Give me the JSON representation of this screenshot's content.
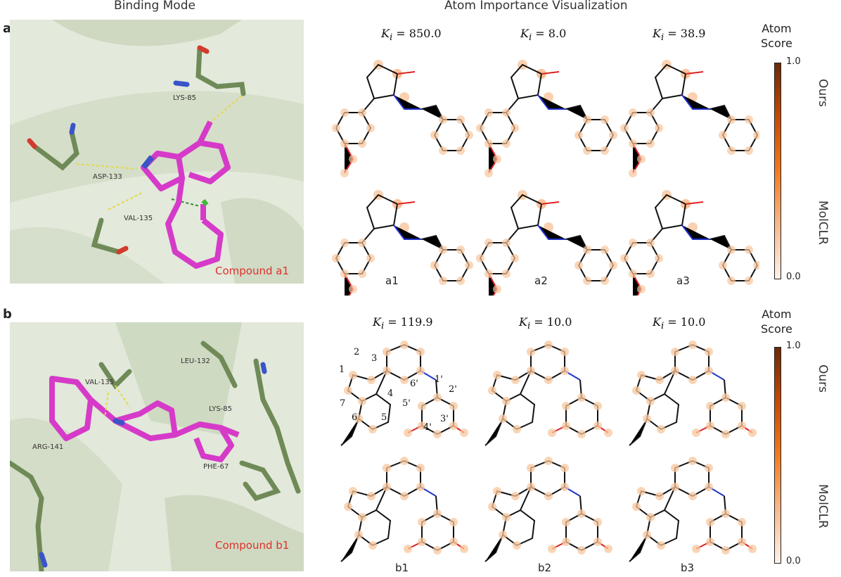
{
  "headers": {
    "binding_mode": "Binding Mode",
    "atom_importance": "Atom Importance Visualization"
  },
  "panel_a": {
    "label": "a",
    "compound_label": "Compound a1",
    "residues": [
      "LYS-85",
      "ASP-133",
      "VAL-135"
    ],
    "ki_values": [
      "850.0",
      "8.0",
      "38.9"
    ],
    "captions": [
      "a1",
      "a2",
      "a3"
    ]
  },
  "panel_b": {
    "label": "b",
    "compound_label": "Compound b1",
    "residues": [
      "LEU-132",
      "VAL-135",
      "LYS-85",
      "ARG-141",
      "PHE-67"
    ],
    "ki_values": [
      "119.9",
      "10.0",
      "10.0"
    ],
    "captions": [
      "b1",
      "b2",
      "b3"
    ],
    "atom_numbers": [
      "1",
      "2",
      "3",
      "4",
      "5",
      "6",
      "7",
      "1'",
      "2'",
      "3'",
      "4'",
      "5'",
      "6'"
    ]
  },
  "ki_symbol": "K",
  "ki_subscript": "i",
  "colorbar": {
    "title_line1": "Atom",
    "title_line2": "Score",
    "max": "1.0",
    "min": "0.0",
    "row_top": "Ours",
    "row_bottom": "MolCLR",
    "colors": {
      "high": "#6b2a05",
      "mid": "#f47a1e",
      "low": "#fdf3ea"
    }
  },
  "colors": {
    "protein": "#6f8a57",
    "ligand": "#d63ac8",
    "compound_label": "#e0302a",
    "hbond": "#e6d84a"
  }
}
